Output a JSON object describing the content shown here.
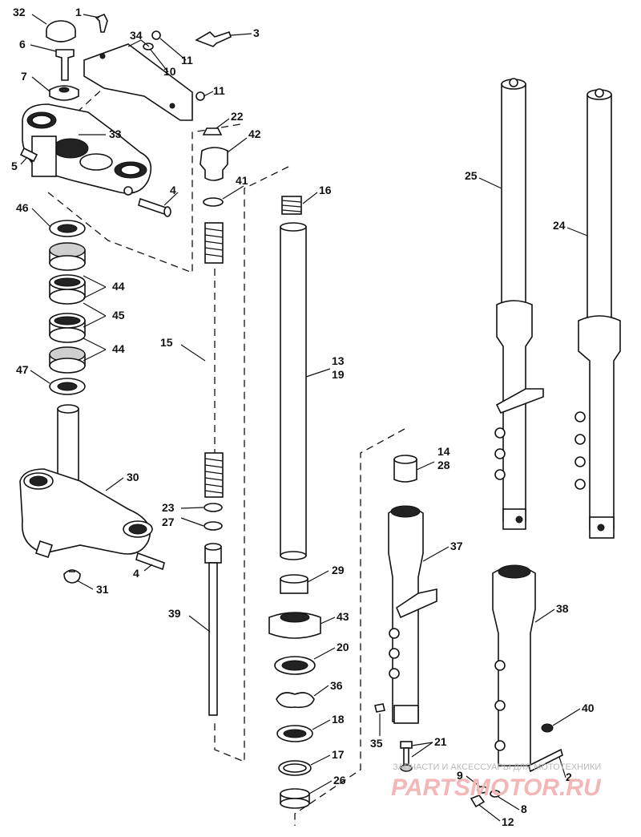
{
  "callouts": [
    {
      "id": "c-32",
      "text": "32"
    },
    {
      "id": "c-1",
      "text": "1"
    },
    {
      "id": "c-3",
      "text": "3"
    },
    {
      "id": "c-34",
      "text": "34"
    },
    {
      "id": "c-6",
      "text": "6"
    },
    {
      "id": "c-11a",
      "text": "11"
    },
    {
      "id": "c-10",
      "text": "10"
    },
    {
      "id": "c-7",
      "text": "7"
    },
    {
      "id": "c-11b",
      "text": "11"
    },
    {
      "id": "c-22",
      "text": "22"
    },
    {
      "id": "c-33",
      "text": "33"
    },
    {
      "id": "c-42",
      "text": "42"
    },
    {
      "id": "c-5",
      "text": "5"
    },
    {
      "id": "c-4a",
      "text": "4"
    },
    {
      "id": "c-41",
      "text": "41"
    },
    {
      "id": "c-16",
      "text": "16"
    },
    {
      "id": "c-25",
      "text": "25"
    },
    {
      "id": "c-24",
      "text": "24"
    },
    {
      "id": "c-46",
      "text": "46"
    },
    {
      "id": "c-44a",
      "text": "44"
    },
    {
      "id": "c-45",
      "text": "45"
    },
    {
      "id": "c-15",
      "text": "15"
    },
    {
      "id": "c-44b",
      "text": "44"
    },
    {
      "id": "c-13",
      "text": "13"
    },
    {
      "id": "c-19",
      "text": "19"
    },
    {
      "id": "c-47",
      "text": "47"
    },
    {
      "id": "c-14",
      "text": "14"
    },
    {
      "id": "c-28",
      "text": "28"
    },
    {
      "id": "c-30",
      "text": "30"
    },
    {
      "id": "c-23",
      "text": "23"
    },
    {
      "id": "c-27",
      "text": "27"
    },
    {
      "id": "c-37",
      "text": "37"
    },
    {
      "id": "c-4b",
      "text": "4"
    },
    {
      "id": "c-29",
      "text": "29"
    },
    {
      "id": "c-31",
      "text": "31"
    },
    {
      "id": "c-38",
      "text": "38"
    },
    {
      "id": "c-39",
      "text": "39"
    },
    {
      "id": "c-43",
      "text": "43"
    },
    {
      "id": "c-20",
      "text": "20"
    },
    {
      "id": "c-36",
      "text": "36"
    },
    {
      "id": "c-40",
      "text": "40"
    },
    {
      "id": "c-18",
      "text": "18"
    },
    {
      "id": "c-35",
      "text": "35"
    },
    {
      "id": "c-21",
      "text": "21"
    },
    {
      "id": "c-17",
      "text": "17"
    },
    {
      "id": "c-9",
      "text": "9"
    },
    {
      "id": "c-2",
      "text": "2"
    },
    {
      "id": "c-26",
      "text": "26"
    },
    {
      "id": "c-8",
      "text": "8"
    },
    {
      "id": "c-12",
      "text": "12"
    }
  ],
  "watermark": {
    "tagline": "ЗАПЧАСТИ И АКСЕССУАРЫ ДЛЯ МОТОТЕХНИКИ",
    "logo": "PARTSMOTOR.RU"
  }
}
